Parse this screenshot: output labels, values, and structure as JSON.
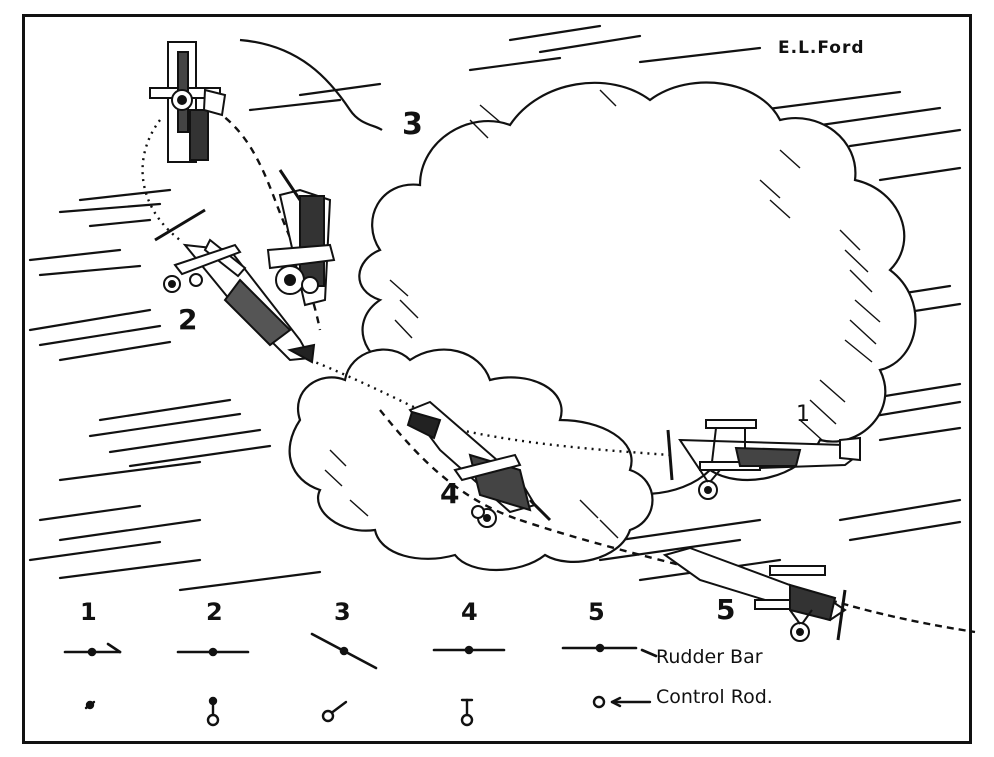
{
  "signature": "E.L.Ford",
  "figure_labels": {
    "n1": "1",
    "n2": "2",
    "n3": "3",
    "n4": "4",
    "n5": "5"
  },
  "legend": {
    "numbers": [
      "1",
      "2",
      "3",
      "4",
      "5"
    ],
    "rudder_bar_label": "Rudder Bar",
    "control_rod_label": "Control Rod."
  },
  "colors": {
    "ink": "#111111",
    "paper": "#ffffff"
  }
}
